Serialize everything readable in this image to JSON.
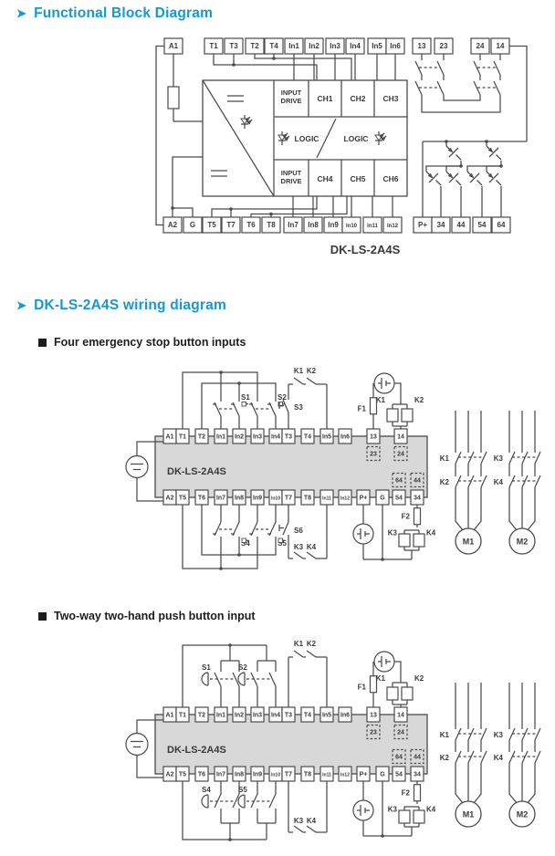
{
  "titles": {
    "functional": "Functional Block Diagram",
    "wiring": "DK-LS-2A4S wiring diagram"
  },
  "subsections": {
    "first": "Four emergency stop button inputs",
    "second": "Two-way two-hand push button input"
  },
  "device_name": "DK-LS-2A4S",
  "block_diagram": {
    "caption": "DK-LS-2A4S",
    "top_terminals": [
      "A1",
      "T1",
      "T3",
      "T2",
      "T4",
      "In1",
      "In2",
      "In3",
      "In4",
      "In5",
      "In6",
      "13",
      "23",
      "24",
      "14"
    ],
    "bottom_terminals": [
      "A2",
      "G",
      "T5",
      "T7",
      "T6",
      "T8",
      "In7",
      "In8",
      "In9",
      "In10",
      "In11",
      "In12",
      "P+",
      "34",
      "44",
      "54",
      "64"
    ],
    "cells": {
      "input_drive_line1": "INPUT",
      "input_drive_line2": "DRIVE",
      "ch1": "CH1",
      "ch2": "CH2",
      "ch3": "CH3",
      "ch4": "CH4",
      "ch5": "CH5",
      "ch6": "CH6",
      "logic": "LOGIC"
    }
  },
  "module": {
    "name": "DK-LS-2A4S",
    "top_terminals": [
      "A1",
      "T1",
      "T2",
      "In1",
      "In2",
      "In3",
      "In4",
      "T3",
      "T4",
      "In5",
      "In6",
      "13",
      "14"
    ],
    "top_dashed": [
      "23",
      "24"
    ],
    "bottom_terminals": [
      "A2",
      "T5",
      "T6",
      "In7",
      "In8",
      "In9",
      "In10",
      "T7",
      "T8",
      "In11",
      "In12",
      "P+",
      "G",
      "54",
      "34"
    ],
    "bottom_dashed": [
      "64",
      "44"
    ]
  },
  "components": {
    "s1": "S1",
    "s2": "S2",
    "s3": "S3",
    "s4": "S4",
    "s5": "S5",
    "s6": "S6",
    "k1": "K1",
    "k2": "K2",
    "k3": "K3",
    "k4": "K4",
    "f1": "F1",
    "f2": "F2",
    "m1": "M1",
    "m2": "M2"
  },
  "colors": {
    "accent": "#1697d4",
    "line": "#4b4b4b",
    "text": "#3a3a3a",
    "module_fill": "#d8d8d8"
  }
}
